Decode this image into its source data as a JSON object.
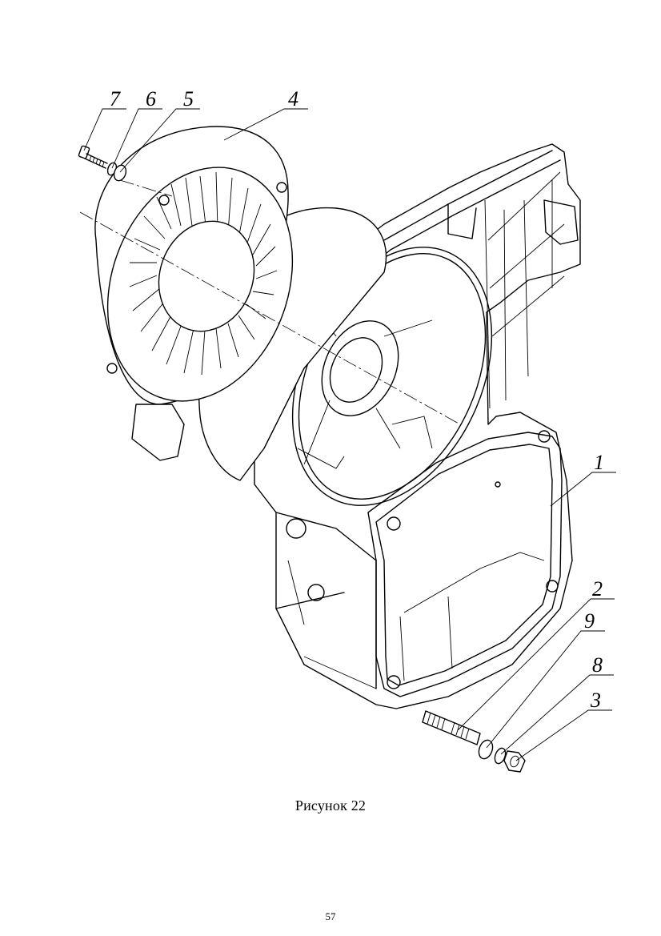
{
  "figure": {
    "callouts": [
      "7",
      "6",
      "5",
      "4",
      "1",
      "2",
      "9",
      "8",
      "3"
    ],
    "caption": "Рисунок 22"
  },
  "page_number": "57"
}
